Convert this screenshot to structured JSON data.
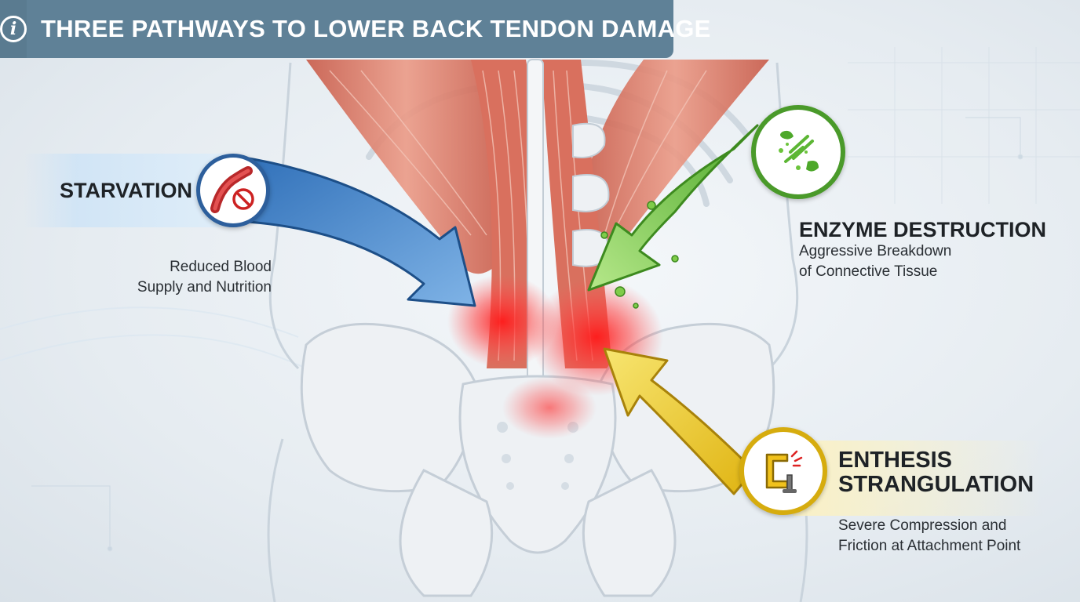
{
  "header": {
    "title": "THREE PATHWAYS TO LOWER BACK TENDON DAMAGE",
    "icon": "info-icon"
  },
  "pathways": {
    "starvation": {
      "title": "STARVATION",
      "desc_line1": "Reduced Blood",
      "desc_line2": "Supply and Nutrition",
      "icon": "blood-vessel-blocked-icon",
      "color": "#3f7fc4"
    },
    "enzyme": {
      "title": "ENZYME DESTRUCTION",
      "desc_line1": "Aggressive Breakdown",
      "desc_line2": "of Connective Tissue",
      "icon": "enzyme-fiber-breakdown-icon",
      "color": "#6cc43c"
    },
    "enthesis": {
      "title_line1": "ENTHESIS",
      "title_line2": "STRANGULATION",
      "desc_line1": "Severe Compression and",
      "desc_line2": "Friction at Attachment Point",
      "icon": "clamp-icon",
      "color": "#e8c21c"
    }
  },
  "colors": {
    "title_bar": "#5f8197",
    "inflammation": "#ff2a2a",
    "bone": "#eef1f4",
    "muscle": "#d9705e"
  }
}
